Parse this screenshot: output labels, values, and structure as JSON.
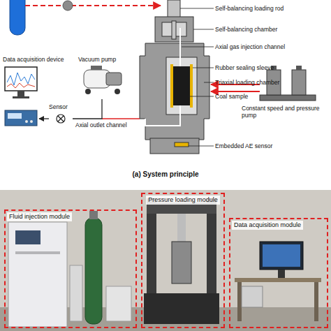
{
  "diagram": {
    "caption": "(a) System principle",
    "nodes": [
      {
        "text": [
          "Data acquisition device"
        ]
      },
      {
        "text": [
          "Vacuum pump"
        ]
      },
      {
        "text": [
          "Sensor"
        ]
      },
      {
        "text": [
          "Constant speed and pressure pump"
        ]
      },
      {
        "text": [
          "Fluid injection module"
        ]
      },
      {
        "text": [
          "Pressure loading module"
        ]
      },
      {
        "text": [
          "Data acquisition module"
        ]
      }
    ],
    "edges": [
      {
        "from": 2,
        "to": 0,
        "arrow": "to"
      },
      {
        "from": 1,
        "to": 2,
        "arrow": "none"
      }
    ],
    "labels": [
      "Self-balancing loading rod",
      "Self-balancing chamber",
      "Axial gas injection channel",
      "Rubber sealing sleeve",
      "Triaxial loading chamber",
      "Coal sample",
      "Axial outlet channel",
      "Embedded AE sensor"
    ]
  }
}
